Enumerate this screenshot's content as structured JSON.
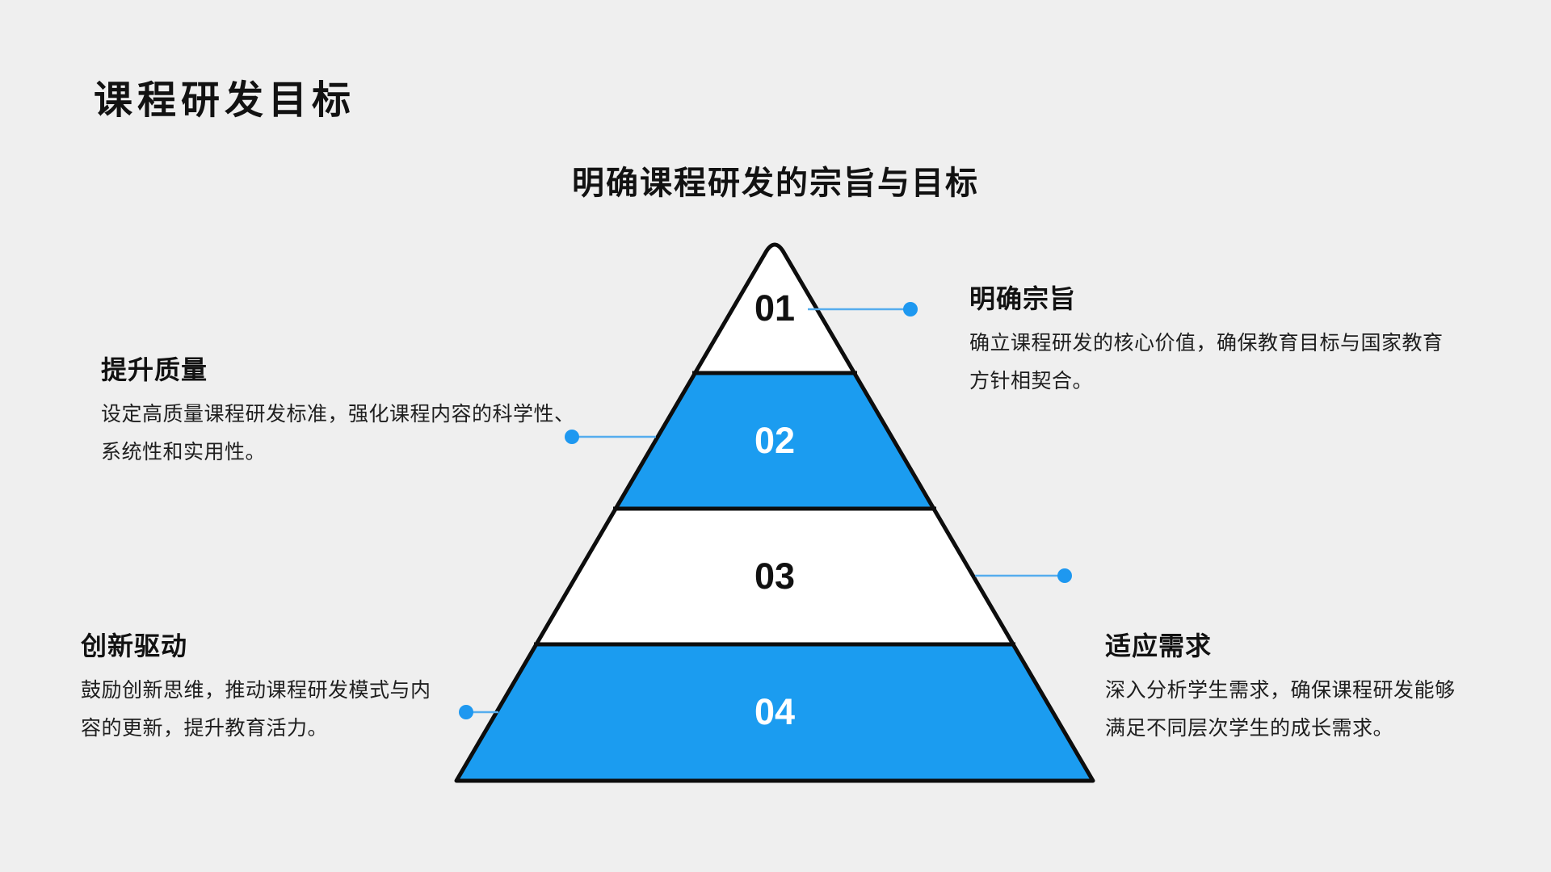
{
  "slide": {
    "title": "课程研发目标",
    "subtitle": "明确课程研发的宗旨与目标",
    "background": "#EFEFEF"
  },
  "colors": {
    "accent_blue": "#1B9CF0",
    "pyramid_white": "#FFFFFF",
    "outline_black": "#0D0D0D",
    "connector_line": "#55ADEE",
    "connector_dot": "#1E98F0",
    "number_dark": "#111111",
    "number_light": "#FFFFFF"
  },
  "pyramid": {
    "levels": [
      {
        "number": "01",
        "fill": "#FFFFFF",
        "number_color": "#111111"
      },
      {
        "number": "02",
        "fill": "#1B9CF0",
        "number_color": "#FFFFFF"
      },
      {
        "number": "03",
        "fill": "#FFFFFF",
        "number_color": "#111111"
      },
      {
        "number": "04",
        "fill": "#1B9CF0",
        "number_color": "#FFFFFF"
      }
    ]
  },
  "callouts": [
    {
      "level": "01",
      "side": "right",
      "title": "明确宗旨",
      "description": "确立课程研发的核心价值，确保教育目标与国家教育方针相契合。"
    },
    {
      "level": "02",
      "side": "left",
      "title": "提升质量",
      "description": "设定高质量课程研发标准，强化课程内容的科学性、系统性和实用性。"
    },
    {
      "level": "03",
      "side": "right",
      "title": "适应需求",
      "description": "深入分析学生需求，确保课程研发能够满足不同层次学生的成长需求。"
    },
    {
      "level": "04",
      "side": "left",
      "title": "创新驱动",
      "description": "鼓励创新思维，推动课程研发模式与内容的更新，提升教育活力。"
    }
  ]
}
